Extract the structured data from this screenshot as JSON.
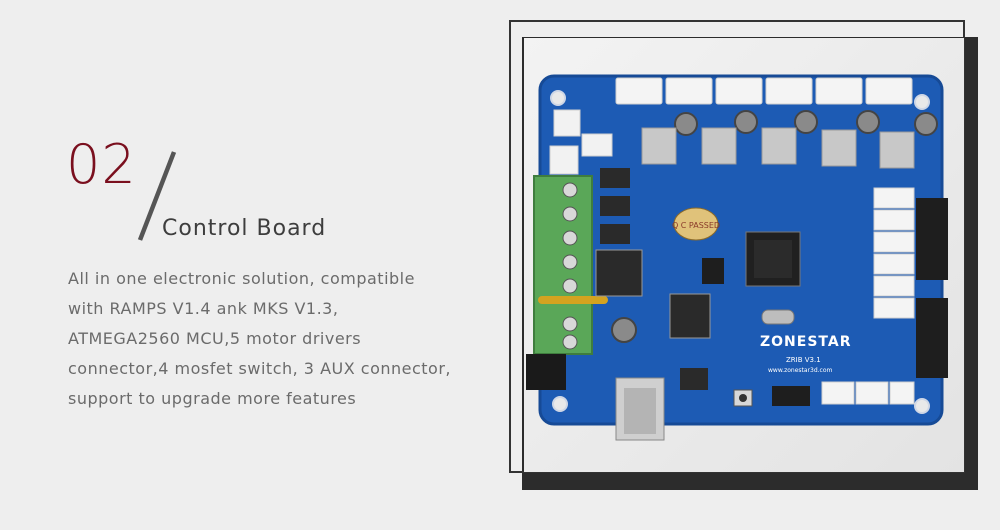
{
  "section": {
    "number": "02",
    "title": "Control Board",
    "description": [
      "All in one electronic solution, compatible",
      "with RAMPS V1.4 ank MKS V1.3,",
      "ATMEGA2560 MCU,5 motor drivers",
      "connector,4 mosfet switch, 3 AUX connector,",
      "support to upgrade more features"
    ]
  },
  "board": {
    "brand": "ZONESTAR",
    "model": "ZRIB V3.1",
    "website": "www.zonestar3d.com",
    "qc_stamp": "Q C PASSED",
    "colors": {
      "pcb": "#1d5bb4",
      "pcb_dark": "#164a96",
      "terminal": "#5aa758",
      "accent": "#7a0f1e"
    }
  }
}
